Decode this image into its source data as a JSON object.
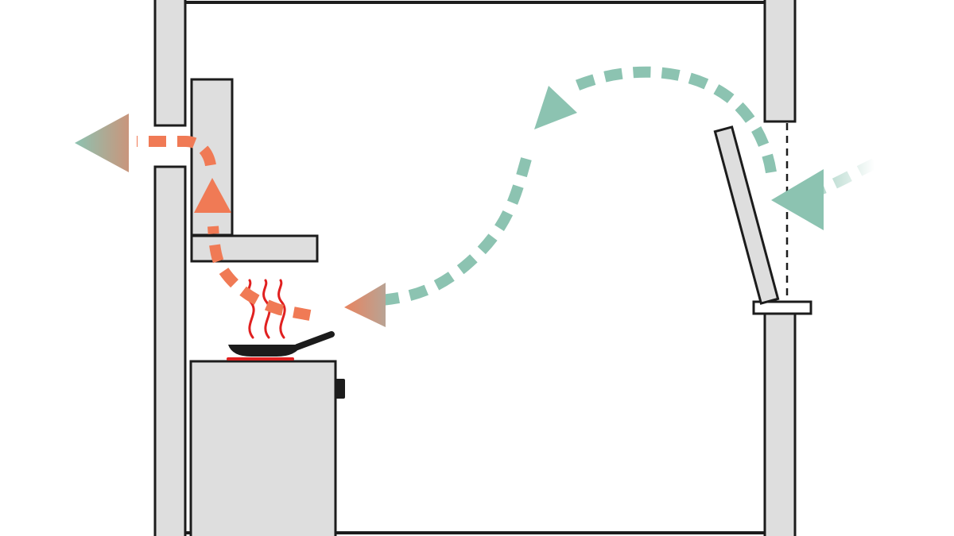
{
  "colors": {
    "wall_fill": "#dedede",
    "outline": "#1c1c1c",
    "exhaust_air": "#f07a55",
    "fresh_air": "#8cc3b1",
    "heat_waves": "#e02020",
    "burner": "#e02020",
    "pan": "#1c1c1c"
  },
  "icons": [
    "exhaust-arrow",
    "fresh-air-arrow",
    "heat-waves",
    "frying-pan",
    "range-hood",
    "stove",
    "tilt-window"
  ]
}
